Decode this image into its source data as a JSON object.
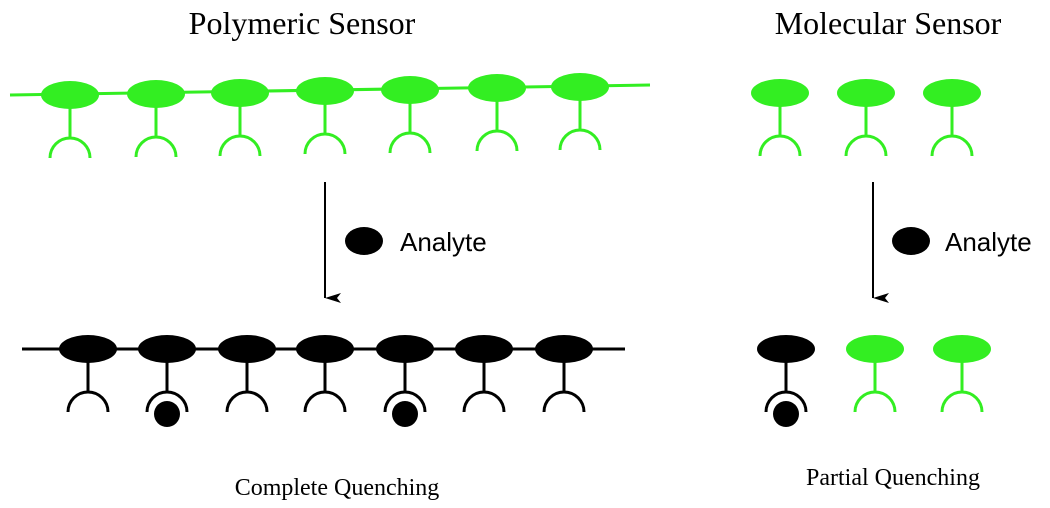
{
  "polymeric": {
    "title": "Polymeric Sensor",
    "analyte_label": "Analyte",
    "result_label": "Complete Quenching",
    "units_before": 7,
    "units_after": 7,
    "bound_after": [
      2,
      5
    ]
  },
  "molecular": {
    "title": "Molecular Sensor",
    "analyte_label": "Analyte",
    "result_label": "Partial Quenching",
    "units_before": 3,
    "units_after": 3,
    "quenched_after": [
      1
    ],
    "bound_after": [
      1
    ]
  },
  "colors": {
    "active": "#33ee22",
    "quenched": "#000000",
    "analyte": "#000000"
  }
}
